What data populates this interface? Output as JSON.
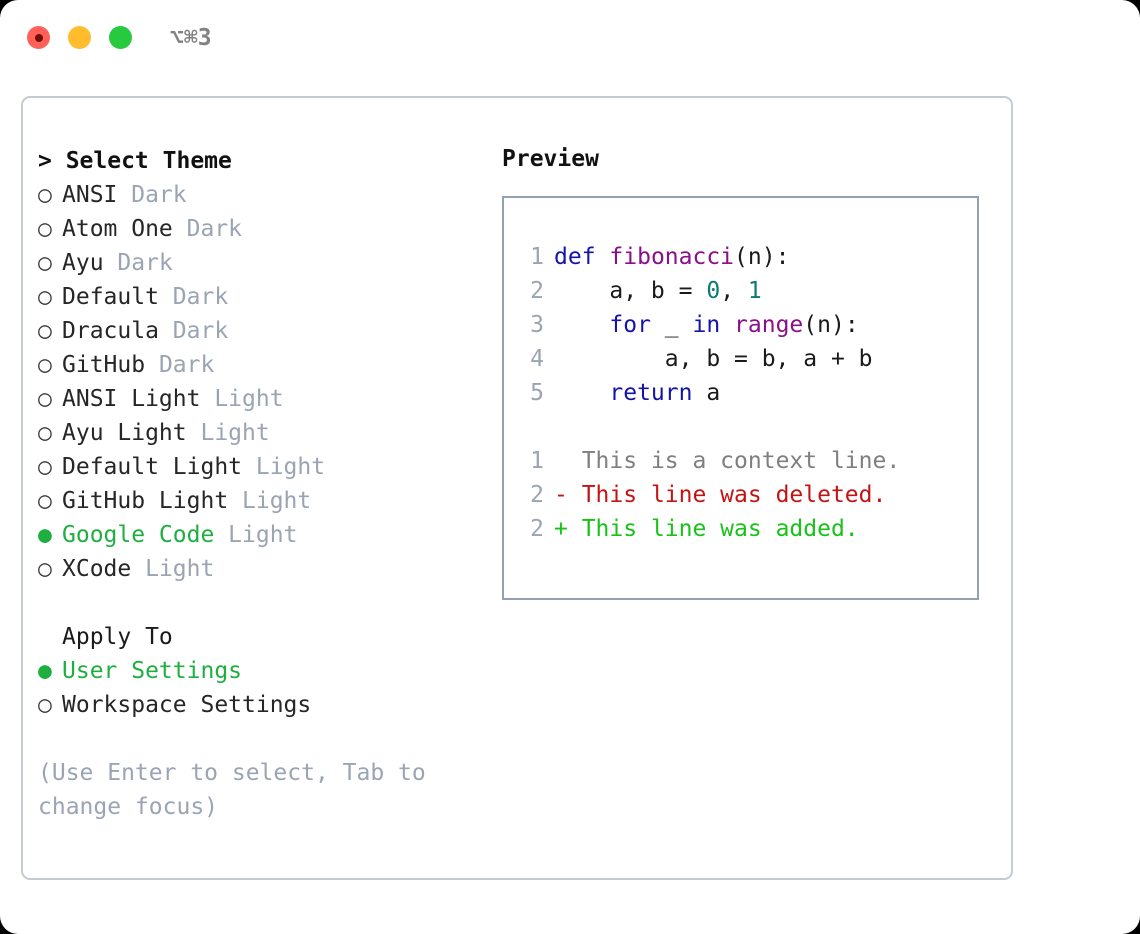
{
  "window": {
    "traffic_lights": [
      "close",
      "minimize",
      "maximize"
    ],
    "shortcut": "⌥⌘3",
    "colors": {
      "close": "#ff6159",
      "minimize": "#ffbd2e",
      "maximize": "#27c93f",
      "accent_green": "#1faf41",
      "muted": "#9aa4b2",
      "panel_border": "#c4cbd4",
      "preview_border": "#93a1b0"
    }
  },
  "theme_list": {
    "heading": "> Select Theme",
    "marker_unselected": "○",
    "marker_selected": "●",
    "items": [
      {
        "marker": "○",
        "name": "ANSI",
        "variant": "Dark",
        "selected": false
      },
      {
        "marker": "○",
        "name": "Atom One",
        "variant": "Dark",
        "selected": false
      },
      {
        "marker": "○",
        "name": "Ayu",
        "variant": "Dark",
        "selected": false
      },
      {
        "marker": "○",
        "name": "Default",
        "variant": "Dark",
        "selected": false
      },
      {
        "marker": "○",
        "name": "Dracula",
        "variant": "Dark",
        "selected": false
      },
      {
        "marker": "○",
        "name": "GitHub",
        "variant": "Dark",
        "selected": false
      },
      {
        "marker": "○",
        "name": "ANSI Light",
        "variant": "Light",
        "selected": false
      },
      {
        "marker": "○",
        "name": "Ayu Light",
        "variant": "Light",
        "selected": false
      },
      {
        "marker": "○",
        "name": "Default Light",
        "variant": "Light",
        "selected": false
      },
      {
        "marker": "○",
        "name": "GitHub Light",
        "variant": "Light",
        "selected": false
      },
      {
        "marker": "●",
        "name": "Google Code",
        "variant": "Light",
        "selected": true
      },
      {
        "marker": "○",
        "name": "XCode",
        "variant": "Light",
        "selected": false
      }
    ]
  },
  "apply_to": {
    "heading": "Apply To",
    "options": [
      {
        "marker": "●",
        "name": "User Settings",
        "selected": true
      },
      {
        "marker": "○",
        "name": "Workspace Settings",
        "selected": false
      }
    ]
  },
  "hint": "(Use Enter to select, Tab to change focus)",
  "preview": {
    "title": "Preview",
    "code_lines": [
      {
        "num": "1",
        "tokens": [
          {
            "t": "def",
            "c": "kw"
          },
          {
            "t": " ",
            "c": "txt"
          },
          {
            "t": "fibonacci",
            "c": "fn"
          },
          {
            "t": "(n):",
            "c": "txt"
          }
        ]
      },
      {
        "num": "2",
        "tokens": [
          {
            "t": "    a, b = ",
            "c": "txt"
          },
          {
            "t": "0",
            "c": "num"
          },
          {
            "t": ", ",
            "c": "txt"
          },
          {
            "t": "1",
            "c": "num"
          }
        ]
      },
      {
        "num": "3",
        "tokens": [
          {
            "t": "    ",
            "c": "txt"
          },
          {
            "t": "for",
            "c": "kw"
          },
          {
            "t": " _ ",
            "c": "txt"
          },
          {
            "t": "in",
            "c": "kw"
          },
          {
            "t": " ",
            "c": "txt"
          },
          {
            "t": "range",
            "c": "fn"
          },
          {
            "t": "(n):",
            "c": "txt"
          }
        ]
      },
      {
        "num": "4",
        "tokens": [
          {
            "t": "        a, b = b, a + b",
            "c": "txt"
          }
        ]
      },
      {
        "num": "5",
        "tokens": [
          {
            "t": "    ",
            "c": "txt"
          },
          {
            "t": "return",
            "c": "kw"
          },
          {
            "t": " a",
            "c": "txt"
          }
        ]
      }
    ],
    "diff_lines": [
      {
        "num": "1",
        "prefix": "  ",
        "text": "This is a context line.",
        "kind": "ctx"
      },
      {
        "num": "2",
        "prefix": "- ",
        "text": "This line was deleted.",
        "kind": "del"
      },
      {
        "num": "2",
        "prefix": "+ ",
        "text": "This line was added.",
        "kind": "add"
      }
    ]
  }
}
